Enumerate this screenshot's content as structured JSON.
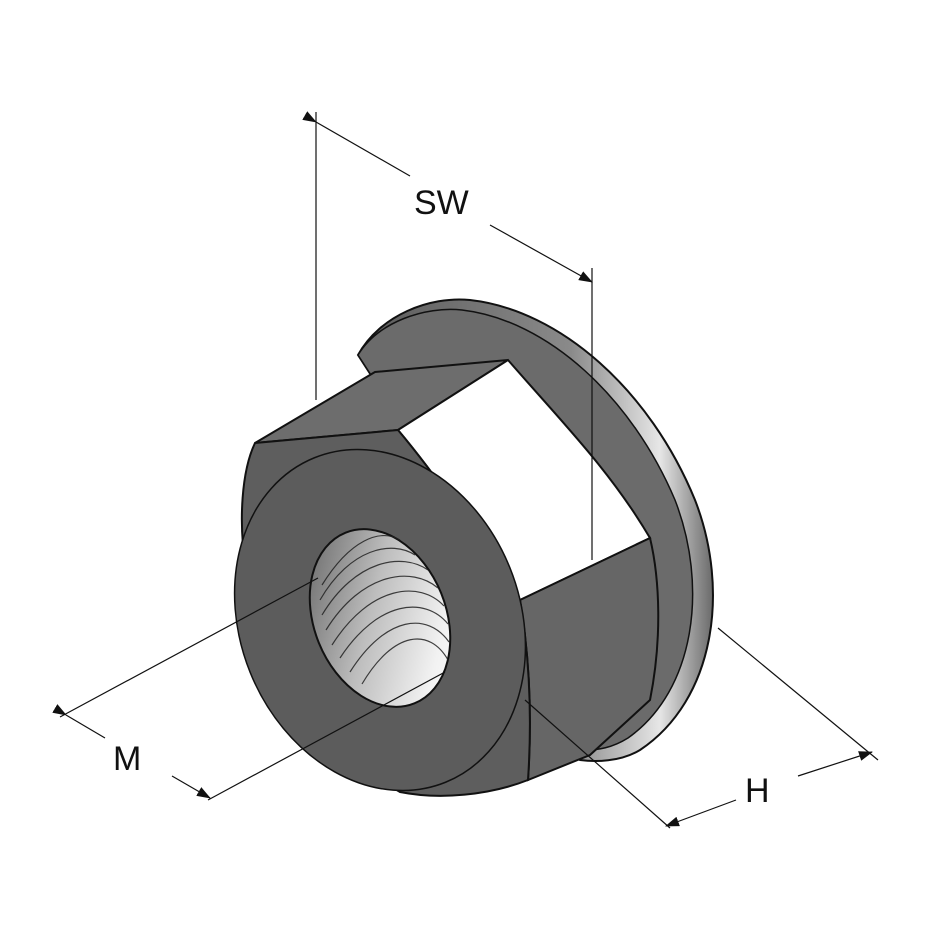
{
  "dimensions": {
    "sw_label": "SW",
    "m_label": "M",
    "h_label": "H"
  },
  "colors": {
    "face_dark": "#5e5e5e",
    "face_mid": "#6d6d6d",
    "face_light": "#ffffff",
    "flange": "#6b6b6b",
    "outline": "#111111"
  }
}
